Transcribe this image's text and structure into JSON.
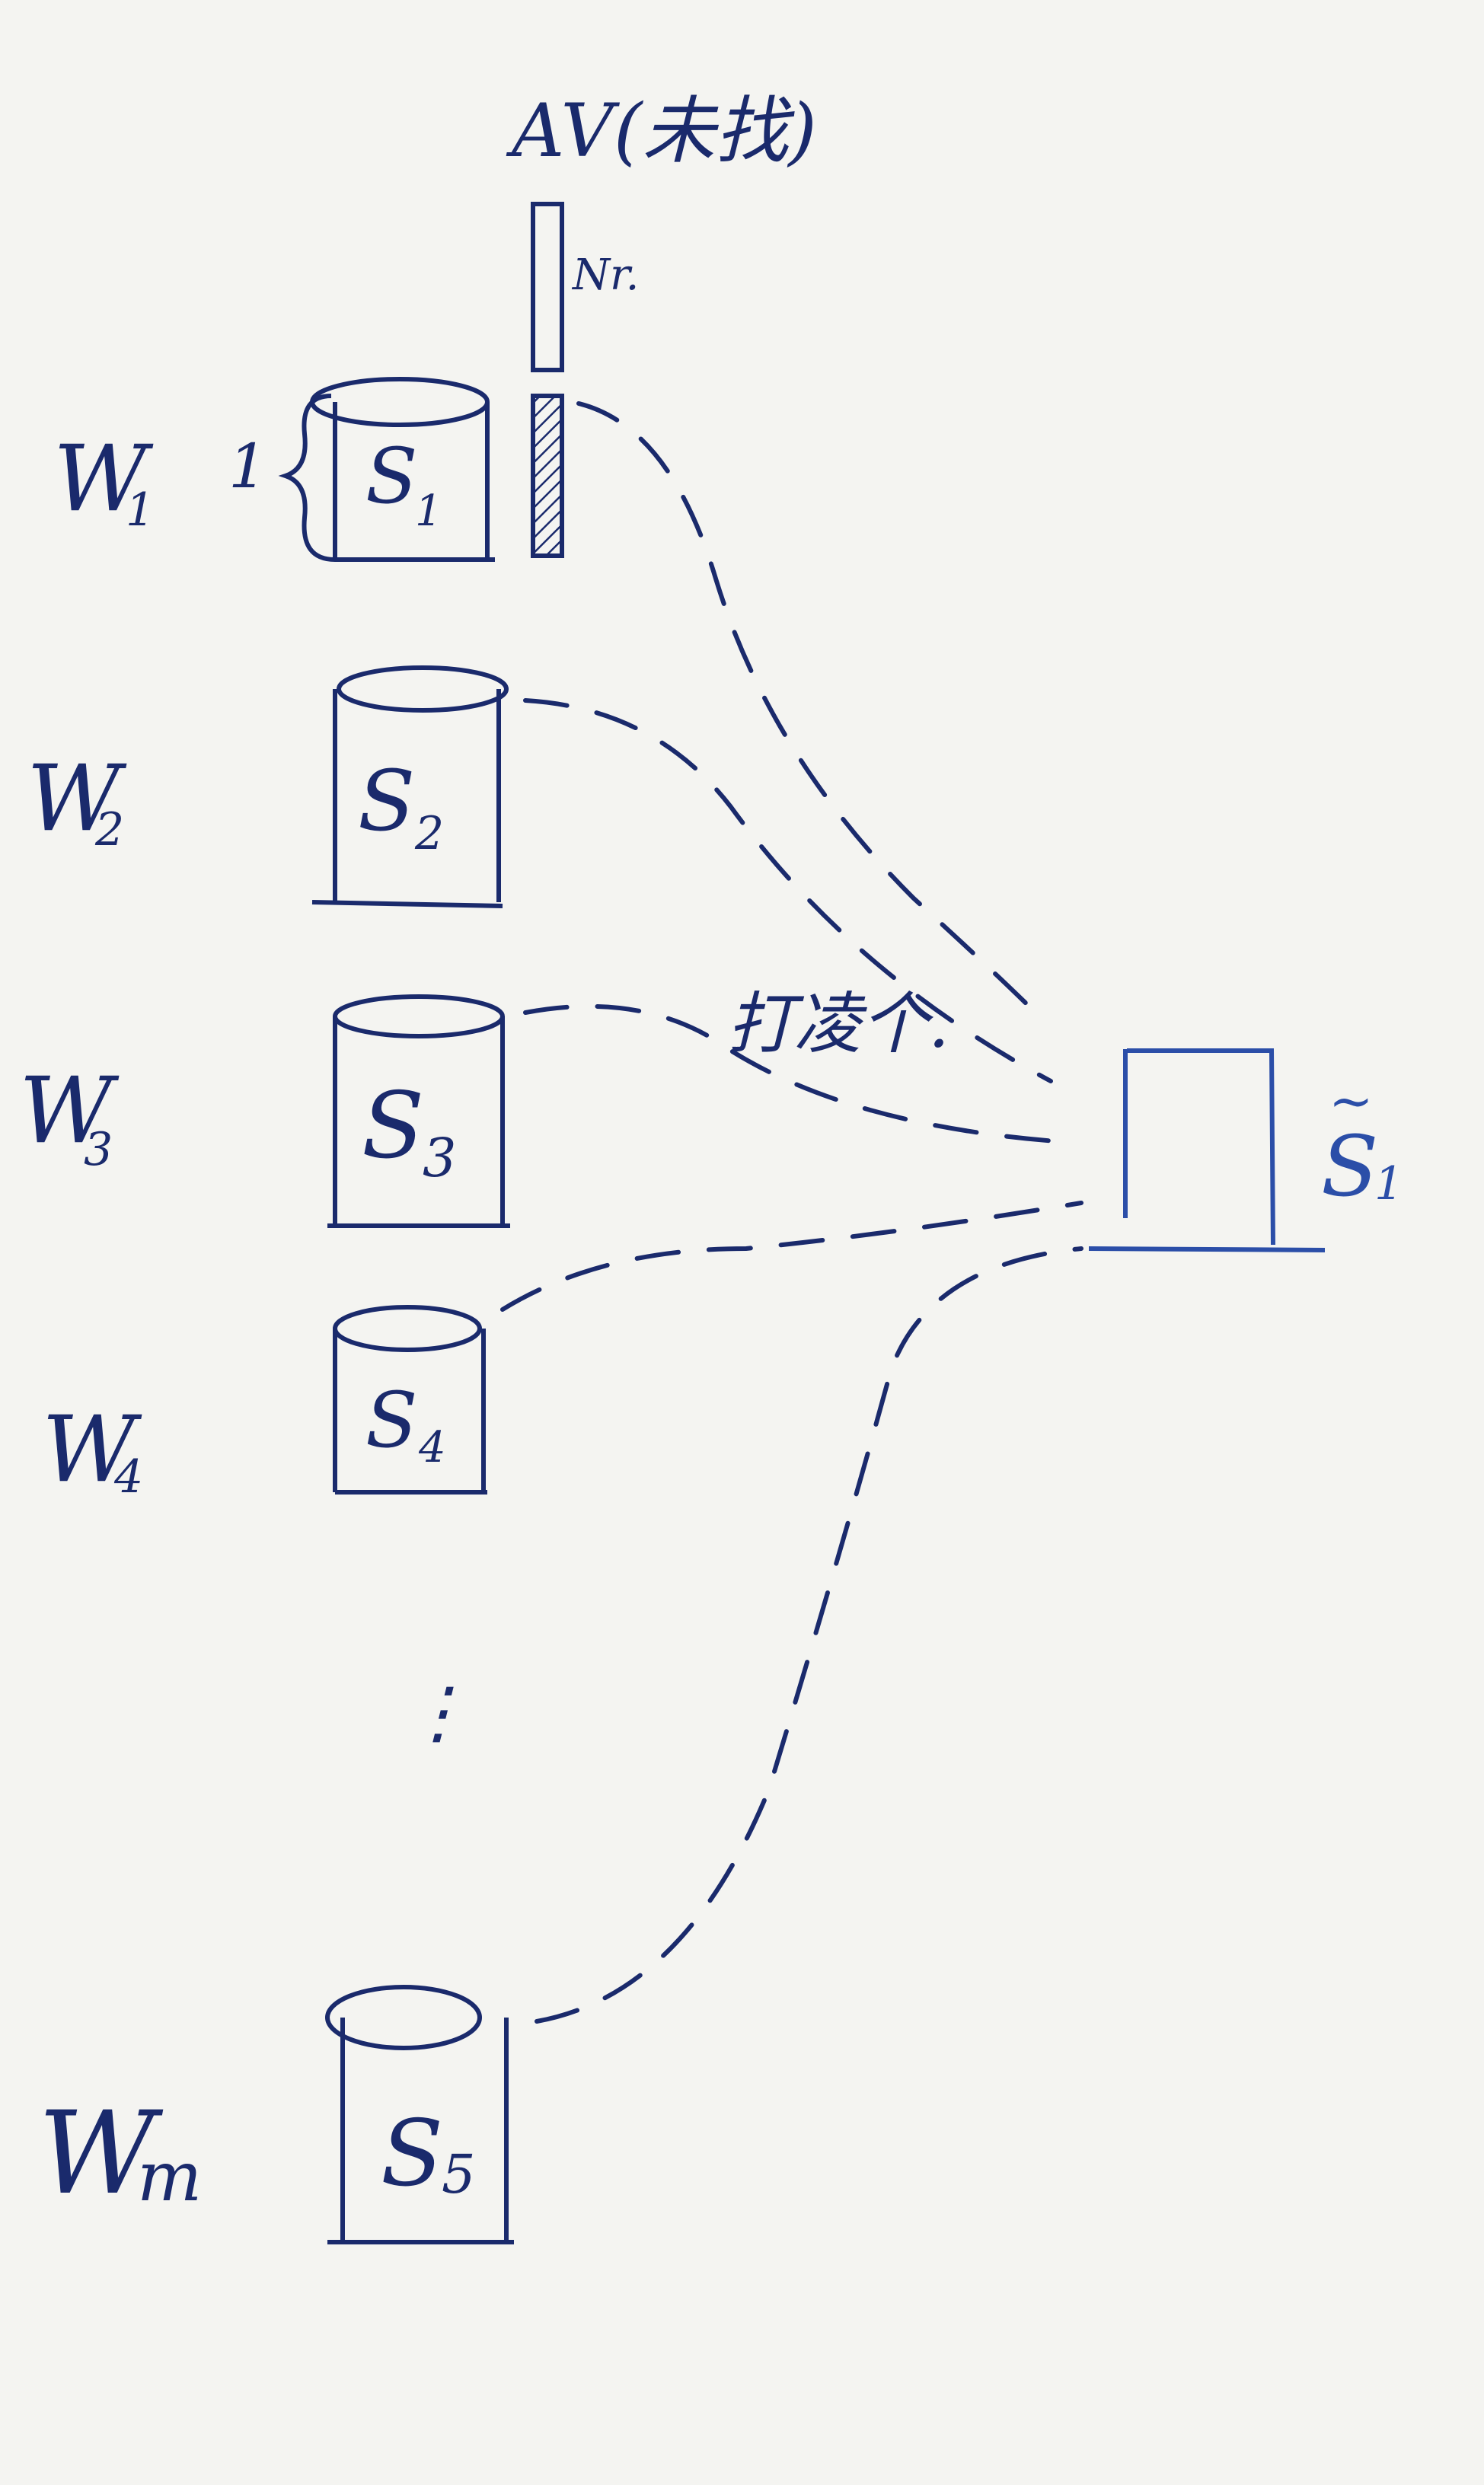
{
  "top_label": "AV(未找)",
  "top_small_label": "Nr.",
  "brace_label": "1",
  "workers": [
    {
      "label": "W",
      "sub": "1",
      "store": "S",
      "store_sub": "1"
    },
    {
      "label": "W",
      "sub": "2",
      "store": "S",
      "store_sub": "2"
    },
    {
      "label": "W",
      "sub": "3",
      "store": "S",
      "store_sub": "3"
    },
    {
      "label": "W",
      "sub": "4",
      "store": "S",
      "store_sub": "4"
    },
    {
      "label": "W",
      "sub": "m",
      "store": "S",
      "store_sub": "5"
    }
  ],
  "ellipsis": "⋮",
  "middle_label": "打凌个.",
  "target": {
    "label": "S",
    "sub": "1",
    "accent": "~"
  },
  "colors": {
    "ink": "#1a2a6c",
    "ink_light": "#2b4ea8",
    "paper": "#f4f4f1"
  }
}
